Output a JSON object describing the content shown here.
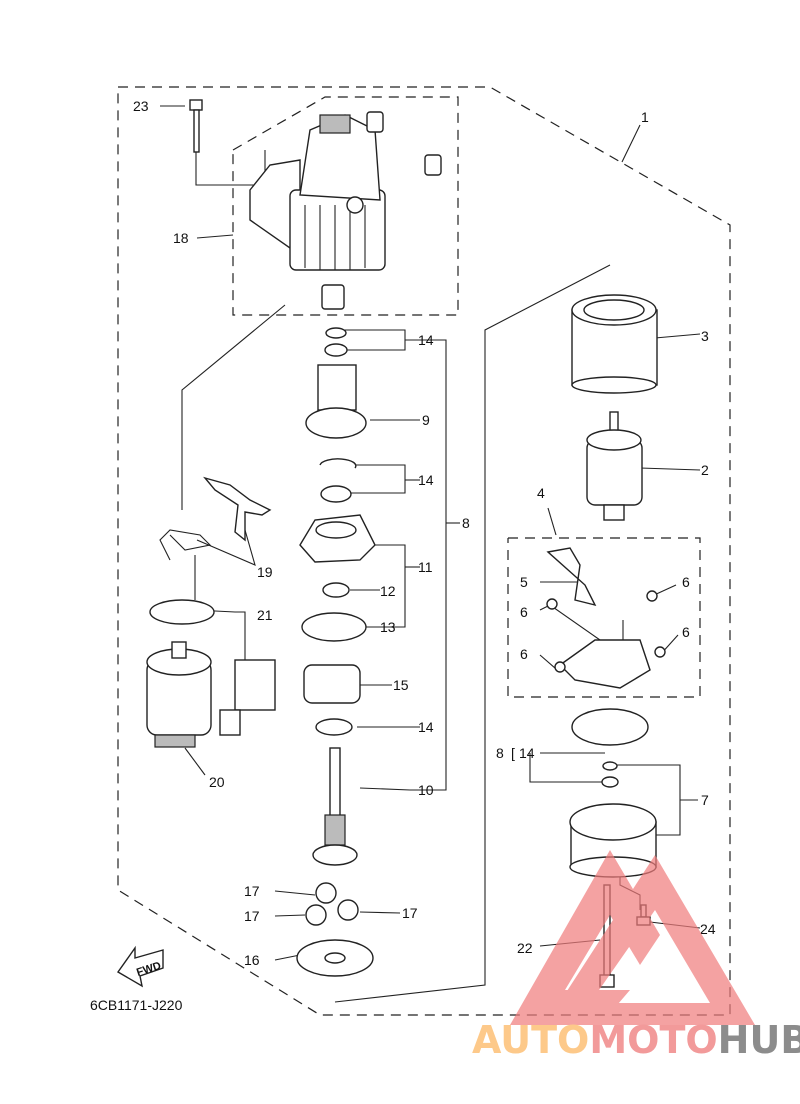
{
  "diagram": {
    "code": "6CB1171-J220",
    "fwd_label": "FWD",
    "callouts": [
      "23",
      "1",
      "18",
      "3",
      "14",
      "9",
      "2",
      "4",
      "14",
      "8",
      "19",
      "11",
      "5",
      "6",
      "6",
      "12",
      "21",
      "13",
      "6",
      "6",
      "15",
      "14",
      "8",
      "14",
      "7",
      "20",
      "10",
      "17",
      "17",
      "17",
      "24",
      "22",
      "16"
    ]
  },
  "watermark": {
    "part1": "AUTO",
    "part2": "MOTO",
    "part3": "HUB",
    "colors": {
      "part1": "#fdc98a",
      "part2": "#f29a9a",
      "part3": "#8c8c8c",
      "triangle": "#f07c7c"
    }
  }
}
